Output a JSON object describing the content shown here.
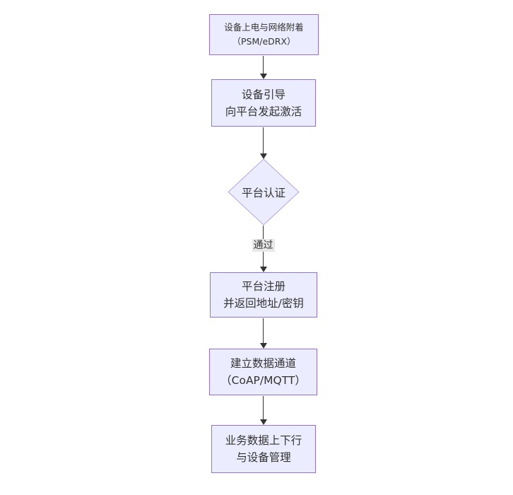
{
  "diagram": {
    "type": "flowchart",
    "direction": "top-down",
    "nodes": [
      {
        "id": "power-attach",
        "shape": "rect",
        "line1": "设备上电与网络附着",
        "line2": "（PSM/eDRX）"
      },
      {
        "id": "bootstrap",
        "shape": "rect",
        "line1": "设备引导",
        "line2": "向平台发起激活"
      },
      {
        "id": "platform-auth",
        "shape": "diamond",
        "line1": "平台认证"
      },
      {
        "id": "register",
        "shape": "rect",
        "line1": "平台注册",
        "line2": "并返回地址/密钥"
      },
      {
        "id": "data-channel",
        "shape": "rect",
        "line1": "建立数据通道",
        "line2": "（CoAP/MQTT）"
      },
      {
        "id": "business",
        "shape": "rect",
        "line1": "业务数据上下行",
        "line2": "与设备管理"
      }
    ],
    "edges": [
      {
        "from": "power-attach",
        "to": "bootstrap"
      },
      {
        "from": "bootstrap",
        "to": "platform-auth"
      },
      {
        "from": "platform-auth",
        "to": "register",
        "label": "通过"
      },
      {
        "from": "register",
        "to": "data-channel"
      },
      {
        "from": "data-channel",
        "to": "business"
      }
    ],
    "colors": {
      "background": "#ffffff",
      "node_fill": "#ececff",
      "rect_border": "#9370db",
      "diamond_border": "#b5a3e0",
      "text": "#333333",
      "edge": "#333333",
      "edge_label_bg": "#e8e8e8"
    }
  }
}
